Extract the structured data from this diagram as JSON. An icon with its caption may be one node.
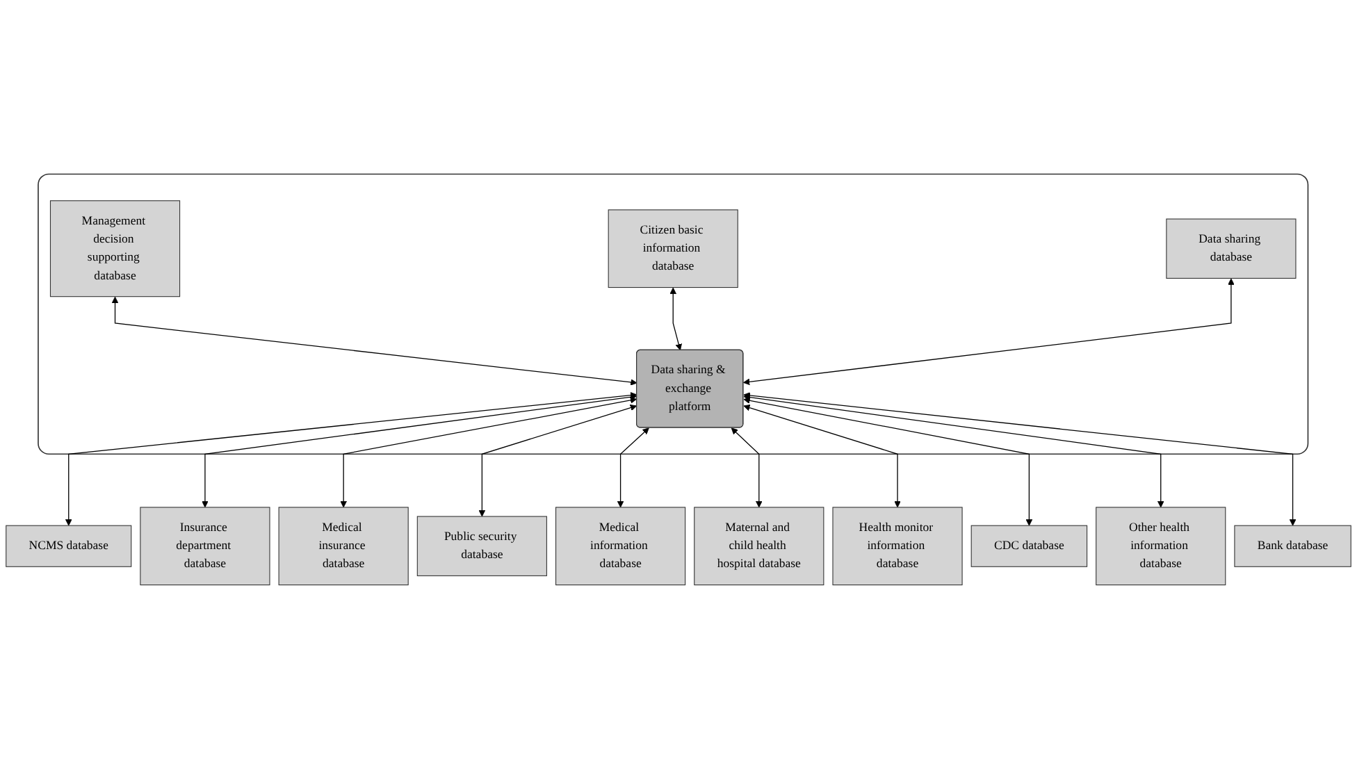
{
  "diagram": {
    "nodes": [
      {
        "text": [],
        "shape": "box"
      },
      {
        "text": [
          "Management decision supporting database"
        ],
        "in": 0
      },
      {
        "text": [
          "Citizen basic information database"
        ],
        "in": 0
      },
      {
        "text": [
          "Data sharing database"
        ],
        "in": 0
      },
      {
        "text": [
          "Data sharing & exchange platform"
        ],
        "in": 0
      },
      {
        "text": [
          "NCMS database"
        ]
      },
      {
        "text": [
          "Insurance department database"
        ]
      },
      {
        "text": [
          "Medical insurance database"
        ]
      },
      {
        "text": [
          "Public security database"
        ]
      },
      {
        "text": [
          "Medical information database"
        ]
      },
      {
        "text": [
          "Maternal and child health hospital database"
        ]
      },
      {
        "text": [
          "Health monitor information database"
        ]
      },
      {
        "text": [
          "CDC database"
        ]
      },
      {
        "text": [
          "Other health information database"
        ]
      },
      {
        "text": [
          "Bank database"
        ]
      }
    ],
    "edges": [
      {
        "from": 1,
        "to": 4,
        "arrow": "both"
      },
      {
        "from": 2,
        "to": 4,
        "arrow": "both"
      },
      {
        "from": 3,
        "to": 4,
        "arrow": "both"
      },
      {
        "from": 4,
        "to": 5,
        "arrow": "both"
      },
      {
        "from": 4,
        "to": 6,
        "arrow": "both"
      },
      {
        "from": 4,
        "to": 7,
        "arrow": "both"
      },
      {
        "from": 4,
        "to": 8,
        "arrow": "both"
      },
      {
        "from": 4,
        "to": 9,
        "arrow": "both"
      },
      {
        "from": 4,
        "to": 10,
        "arrow": "both"
      },
      {
        "from": 4,
        "to": 11,
        "arrow": "both"
      },
      {
        "from": 4,
        "to": 12,
        "arrow": "both"
      },
      {
        "from": 4,
        "to": 13,
        "arrow": "both"
      },
      {
        "from": 4,
        "to": 14,
        "arrow": "both"
      }
    ]
  }
}
